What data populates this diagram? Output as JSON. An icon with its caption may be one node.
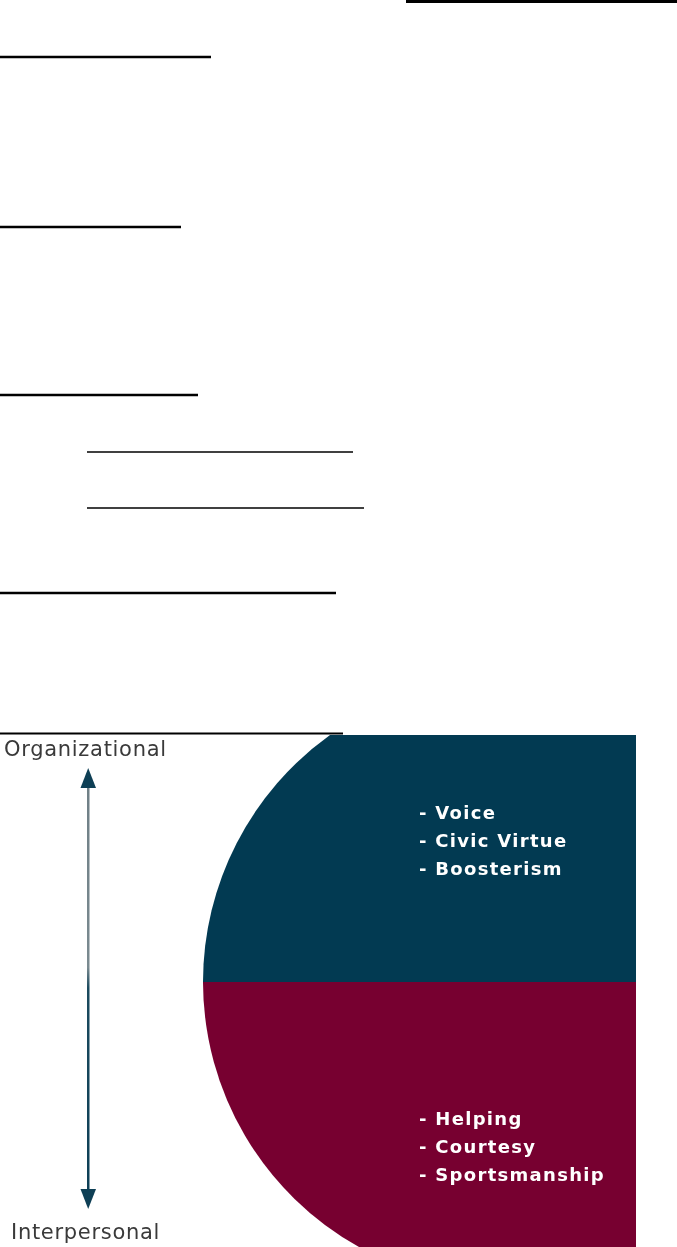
{
  "diagram": {
    "nodes": [
      {
        "text": [
          "- Voice",
          "- Civic Virtue",
          "- Boosterism"
        ]
      },
      {
        "text": [
          "- Helping",
          "- Courtesy",
          "- Sportsmanship"
        ]
      }
    ],
    "labels": [
      "Organizational",
      "Interpersonal"
    ]
  }
}
